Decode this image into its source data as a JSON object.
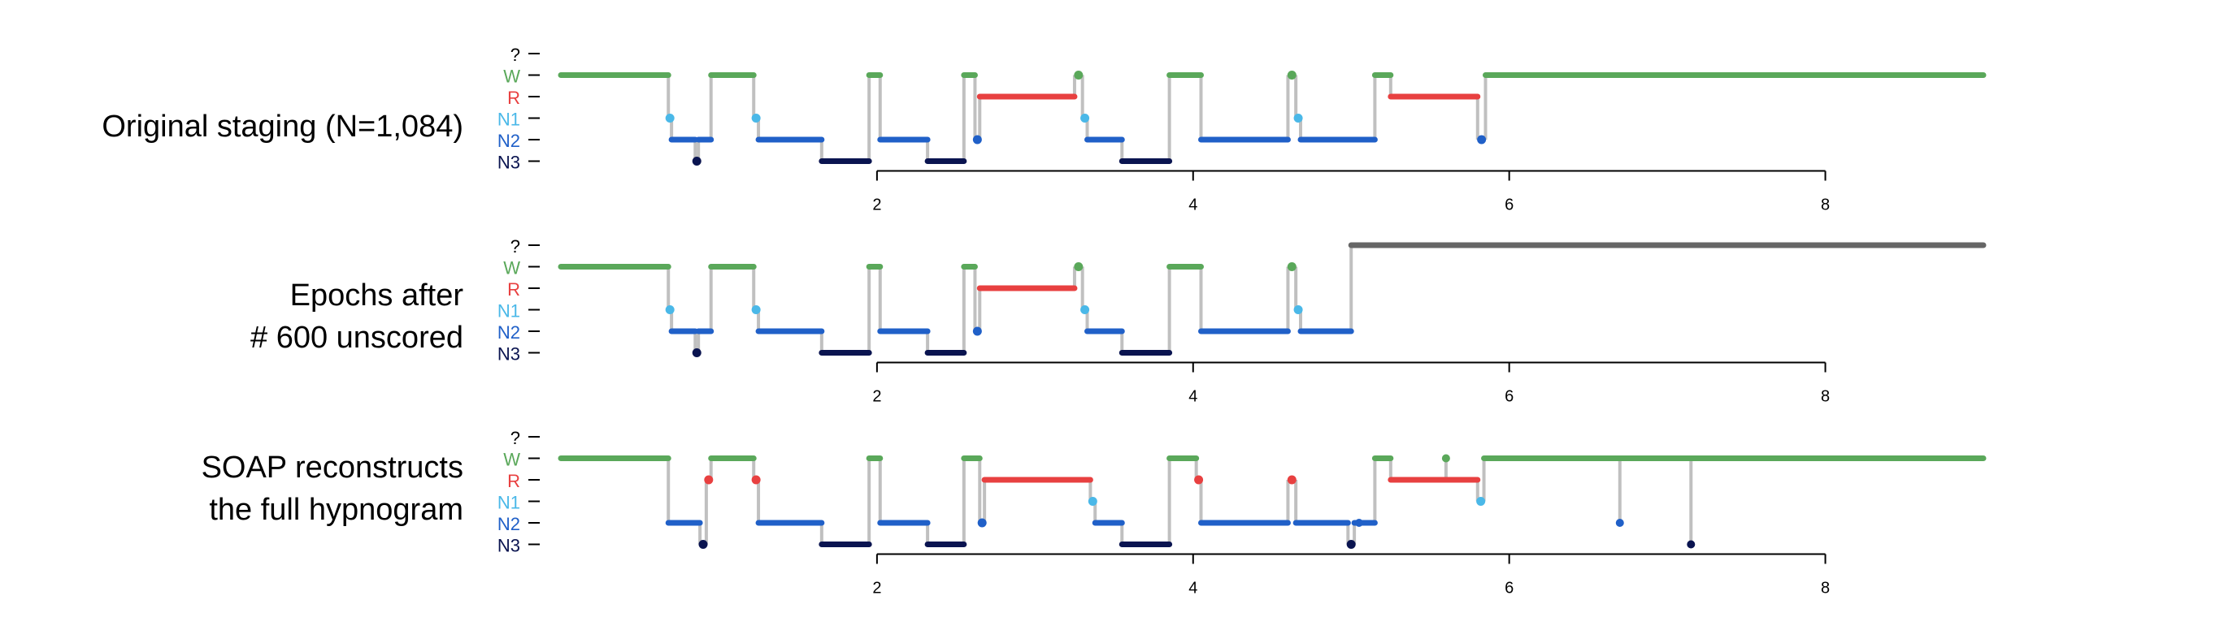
{
  "chart_data": [
    {
      "type": "line",
      "title": "Original staging (N=1,084)",
      "stage_labels": [
        "?",
        "W",
        "R",
        "N1",
        "N2",
        "N3"
      ],
      "x_ticks": [
        "2",
        "4",
        "6",
        "8"
      ],
      "xlim": [
        0,
        9
      ],
      "stage_colors": {
        "?": "#000000",
        "W": "#5aa85a",
        "R": "#e84040",
        "N1": "#4ab8e8",
        "N2": "#2060c8",
        "N3": "#0a1450"
      },
      "segments": [
        {
          "x0": 0.0,
          "x1": 0.68,
          "stage": "W"
        },
        {
          "x0": 0.68,
          "x1": 0.7,
          "stage": "N1"
        },
        {
          "x0": 0.7,
          "x1": 0.85,
          "stage": "N2"
        },
        {
          "x0": 0.85,
          "x1": 0.87,
          "stage": "N3"
        },
        {
          "x0": 0.87,
          "x1": 0.95,
          "stage": "N2"
        },
        {
          "x0": 0.95,
          "x1": 1.22,
          "stage": "W"
        },
        {
          "x0": 1.22,
          "x1": 1.25,
          "stage": "N1"
        },
        {
          "x0": 1.25,
          "x1": 1.65,
          "stage": "N2"
        },
        {
          "x0": 1.65,
          "x1": 1.95,
          "stage": "N3"
        },
        {
          "x0": 1.95,
          "x1": 2.02,
          "stage": "W"
        },
        {
          "x0": 2.02,
          "x1": 2.32,
          "stage": "N2"
        },
        {
          "x0": 2.32,
          "x1": 2.55,
          "stage": "N3"
        },
        {
          "x0": 2.55,
          "x1": 2.62,
          "stage": "W"
        },
        {
          "x0": 2.62,
          "x1": 2.65,
          "stage": "N2"
        },
        {
          "x0": 2.65,
          "x1": 3.25,
          "stage": "R"
        },
        {
          "x0": 3.25,
          "x1": 3.3,
          "stage": "W"
        },
        {
          "x0": 3.3,
          "x1": 3.33,
          "stage": "N1"
        },
        {
          "x0": 3.33,
          "x1": 3.55,
          "stage": "N2"
        },
        {
          "x0": 3.55,
          "x1": 3.85,
          "stage": "N3"
        },
        {
          "x0": 3.85,
          "x1": 4.05,
          "stage": "W"
        },
        {
          "x0": 4.05,
          "x1": 4.6,
          "stage": "N2"
        },
        {
          "x0": 4.6,
          "x1": 4.65,
          "stage": "W"
        },
        {
          "x0": 4.65,
          "x1": 4.68,
          "stage": "N1"
        },
        {
          "x0": 4.68,
          "x1": 5.15,
          "stage": "N2"
        },
        {
          "x0": 5.15,
          "x1": 5.25,
          "stage": "W"
        },
        {
          "x0": 5.25,
          "x1": 5.8,
          "stage": "R"
        },
        {
          "x0": 5.8,
          "x1": 5.85,
          "stage": "N2"
        },
        {
          "x0": 5.85,
          "x1": 9.0,
          "stage": "W"
        }
      ]
    },
    {
      "type": "line",
      "title": "Epochs after\n# 600 unscored",
      "stage_labels": [
        "?",
        "W",
        "R",
        "N1",
        "N2",
        "N3"
      ],
      "x_ticks": [
        "2",
        "4",
        "6",
        "8"
      ],
      "xlim": [
        0,
        9
      ],
      "stage_colors": {
        "?": "#666666",
        "W": "#5aa85a",
        "R": "#e84040",
        "N1": "#4ab8e8",
        "N2": "#2060c8",
        "N3": "#0a1450"
      },
      "segments": [
        {
          "x0": 0.0,
          "x1": 0.68,
          "stage": "W"
        },
        {
          "x0": 0.68,
          "x1": 0.7,
          "stage": "N1"
        },
        {
          "x0": 0.7,
          "x1": 0.85,
          "stage": "N2"
        },
        {
          "x0": 0.85,
          "x1": 0.87,
          "stage": "N3"
        },
        {
          "x0": 0.87,
          "x1": 0.95,
          "stage": "N2"
        },
        {
          "x0": 0.95,
          "x1": 1.22,
          "stage": "W"
        },
        {
          "x0": 1.22,
          "x1": 1.25,
          "stage": "N1"
        },
        {
          "x0": 1.25,
          "x1": 1.65,
          "stage": "N2"
        },
        {
          "x0": 1.65,
          "x1": 1.95,
          "stage": "N3"
        },
        {
          "x0": 1.95,
          "x1": 2.02,
          "stage": "W"
        },
        {
          "x0": 2.02,
          "x1": 2.32,
          "stage": "N2"
        },
        {
          "x0": 2.32,
          "x1": 2.55,
          "stage": "N3"
        },
        {
          "x0": 2.55,
          "x1": 2.62,
          "stage": "W"
        },
        {
          "x0": 2.62,
          "x1": 2.65,
          "stage": "N2"
        },
        {
          "x0": 2.65,
          "x1": 3.25,
          "stage": "R"
        },
        {
          "x0": 3.25,
          "x1": 3.3,
          "stage": "W"
        },
        {
          "x0": 3.3,
          "x1": 3.33,
          "stage": "N1"
        },
        {
          "x0": 3.33,
          "x1": 3.55,
          "stage": "N2"
        },
        {
          "x0": 3.55,
          "x1": 3.85,
          "stage": "N3"
        },
        {
          "x0": 3.85,
          "x1": 4.05,
          "stage": "W"
        },
        {
          "x0": 4.05,
          "x1": 4.6,
          "stage": "N2"
        },
        {
          "x0": 4.6,
          "x1": 4.65,
          "stage": "W"
        },
        {
          "x0": 4.65,
          "x1": 4.68,
          "stage": "N1"
        },
        {
          "x0": 4.68,
          "x1": 5.0,
          "stage": "N2"
        },
        {
          "x0": 5.0,
          "x1": 9.0,
          "stage": "?"
        }
      ]
    },
    {
      "type": "line",
      "title": "SOAP reconstructs\nthe full hypnogram",
      "stage_labels": [
        "?",
        "W",
        "R",
        "N1",
        "N2",
        "N3"
      ],
      "x_ticks": [
        "2",
        "4",
        "6",
        "8"
      ],
      "xlim": [
        0,
        9
      ],
      "stage_colors": {
        "?": "#000000",
        "W": "#5aa85a",
        "R": "#e84040",
        "N1": "#4ab8e8",
        "N2": "#2060c8",
        "N3": "#0a1450"
      },
      "segments": [
        {
          "x0": 0.0,
          "x1": 0.68,
          "stage": "W"
        },
        {
          "x0": 0.68,
          "x1": 0.88,
          "stage": "N2"
        },
        {
          "x0": 0.88,
          "x1": 0.92,
          "stage": "N3"
        },
        {
          "x0": 0.92,
          "x1": 0.95,
          "stage": "R"
        },
        {
          "x0": 0.95,
          "x1": 1.22,
          "stage": "W"
        },
        {
          "x0": 1.22,
          "x1": 1.25,
          "stage": "R"
        },
        {
          "x0": 1.25,
          "x1": 1.65,
          "stage": "N2"
        },
        {
          "x0": 1.65,
          "x1": 1.95,
          "stage": "N3"
        },
        {
          "x0": 1.95,
          "x1": 2.02,
          "stage": "W"
        },
        {
          "x0": 2.02,
          "x1": 2.32,
          "stage": "N2"
        },
        {
          "x0": 2.32,
          "x1": 2.55,
          "stage": "N3"
        },
        {
          "x0": 2.55,
          "x1": 2.65,
          "stage": "W"
        },
        {
          "x0": 2.65,
          "x1": 2.68,
          "stage": "N2"
        },
        {
          "x0": 2.68,
          "x1": 3.35,
          "stage": "R"
        },
        {
          "x0": 3.35,
          "x1": 3.38,
          "stage": "N1"
        },
        {
          "x0": 3.38,
          "x1": 3.55,
          "stage": "N2"
        },
        {
          "x0": 3.55,
          "x1": 3.85,
          "stage": "N3"
        },
        {
          "x0": 3.85,
          "x1": 4.02,
          "stage": "W"
        },
        {
          "x0": 4.02,
          "x1": 4.05,
          "stage": "R"
        },
        {
          "x0": 4.05,
          "x1": 4.6,
          "stage": "N2"
        },
        {
          "x0": 4.6,
          "x1": 4.65,
          "stage": "R"
        },
        {
          "x0": 4.65,
          "x1": 4.98,
          "stage": "N2"
        },
        {
          "x0": 4.98,
          "x1": 5.02,
          "stage": "N3"
        },
        {
          "x0": 5.02,
          "x1": 5.15,
          "stage": "N2"
        },
        {
          "x0": 5.15,
          "x1": 5.25,
          "stage": "W"
        },
        {
          "x0": 5.25,
          "x1": 5.8,
          "stage": "R"
        },
        {
          "x0": 5.8,
          "x1": 5.84,
          "stage": "N1"
        },
        {
          "x0": 5.84,
          "x1": 9.0,
          "stage": "W"
        }
      ],
      "spikes": [
        {
          "x": 5.05,
          "stage": "N2"
        },
        {
          "x": 5.6,
          "stage": "W"
        },
        {
          "x": 6.7,
          "stage": "N2"
        },
        {
          "x": 7.15,
          "stage": "N3"
        }
      ]
    }
  ]
}
